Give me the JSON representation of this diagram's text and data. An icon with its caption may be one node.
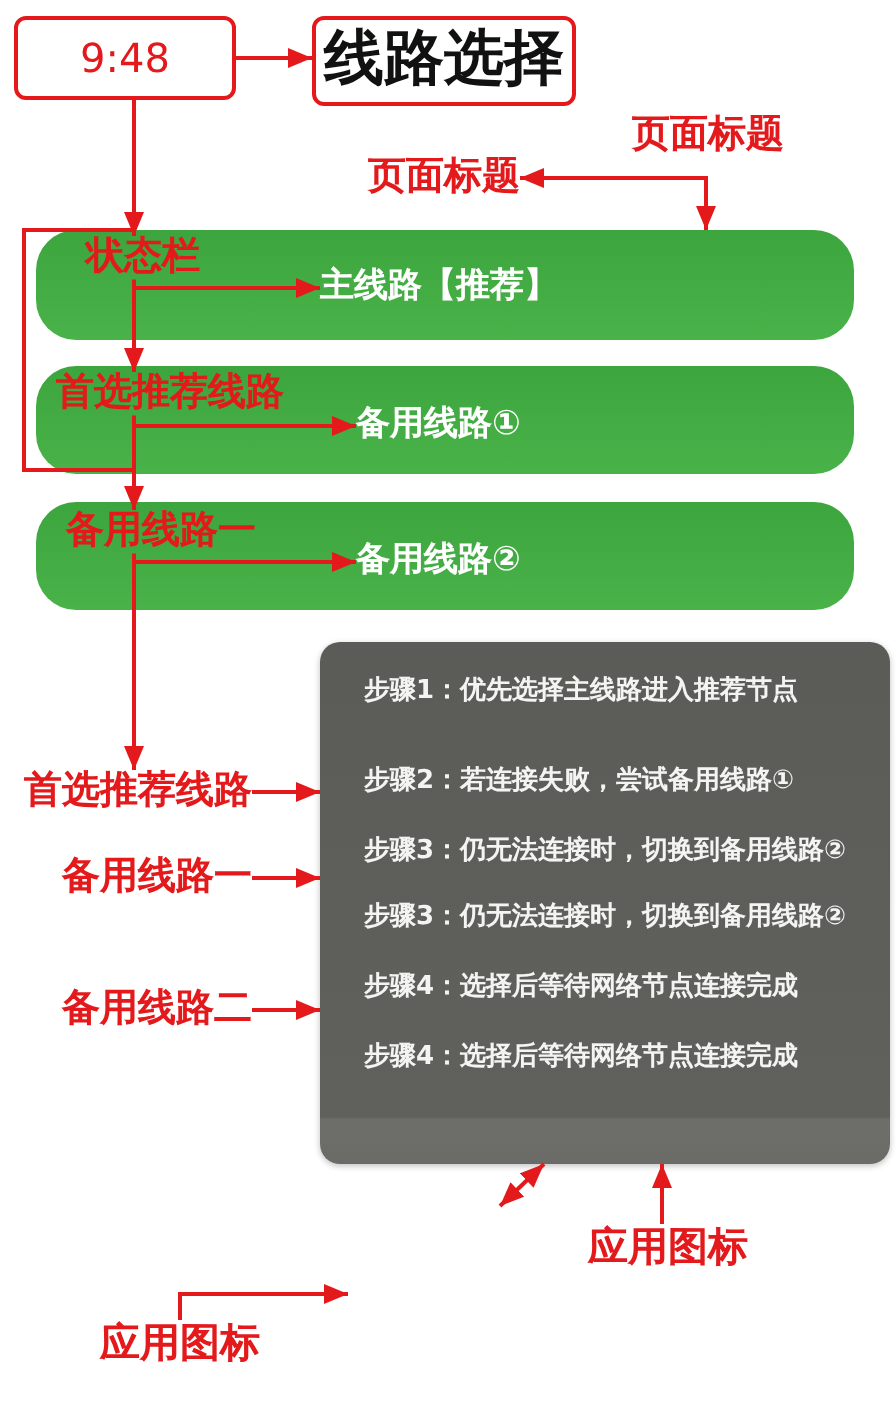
{
  "diagram": {
    "nodes": [
      {
        "text": [
          "9:48"
        ]
      },
      {
        "text": [
          "线路选择"
        ]
      },
      {
        "text": [
          "页面标题"
        ]
      },
      {
        "text": [],
        "shape": "bar"
      },
      {
        "text": [
          "状态栏"
        ],
        "in": 3
      },
      {
        "text": [
          "主线路【推荐】"
        ],
        "in": 3
      },
      {
        "text": [],
        "shape": "bar"
      },
      {
        "text": [
          "首选推荐线路"
        ],
        "in": 6
      },
      {
        "text": [
          "备用线路①"
        ],
        "in": 6
      },
      {
        "text": [],
        "shape": "bar"
      },
      {
        "text": [
          "备用线路一"
        ],
        "in": 9
      },
      {
        "text": [
          "备用线路②"
        ],
        "in": 9
      },
      {
        "text": [
          "步骤1：优先选择主线路进入推荐节点",
          "步骤2：若连接失败，尝试备用线路①",
          "步骤3：仍无法连接时，切换到备用线路②",
          "步骤3：仍无法连接时，切换到备用线路②",
          "步骤4：选择后等待网络节点连接完成",
          "步骤4：选择后等待网络节点连接完成"
        ]
      },
      {
        "text": [
          "首选推荐线路"
        ]
      },
      {
        "text": [
          "备用线路一"
        ]
      },
      {
        "text": [
          "备用线路二"
        ]
      },
      {
        "text": [
          "应用图标"
        ]
      },
      {
        "text": [
          "应用图标"
        ]
      }
    ],
    "edges": [
      {
        "from": 0,
        "to": 1,
        "arrow": "to"
      },
      {
        "from": 0,
        "to": 4,
        "arrow": "to"
      },
      {
        "from": 2,
        "to": 3,
        "arrow": "both"
      },
      {
        "from": 4,
        "to": 5,
        "arrow": "to"
      },
      {
        "from": 4,
        "to": 7,
        "arrow": "to"
      },
      {
        "from": 7,
        "to": 8,
        "arrow": "to"
      },
      {
        "from": 7,
        "to": 10,
        "arrow": "to"
      },
      {
        "from": 10,
        "to": 11,
        "arrow": "to"
      },
      {
        "from": 10,
        "to": 13,
        "arrow": "to"
      },
      {
        "from": 13,
        "to": 12,
        "arrow": "to"
      },
      {
        "from": 14,
        "to": 12,
        "arrow": "to"
      },
      {
        "from": 15,
        "to": 12,
        "arrow": "to"
      },
      {
        "from": 16,
        "to": 12,
        "arrow": "to"
      },
      {
        "from": 12,
        "to": null,
        "arrow": "both"
      },
      {
        "from": 17,
        "to": null,
        "arrow": "to"
      }
    ],
    "labels": [
      "页面标题"
    ]
  }
}
